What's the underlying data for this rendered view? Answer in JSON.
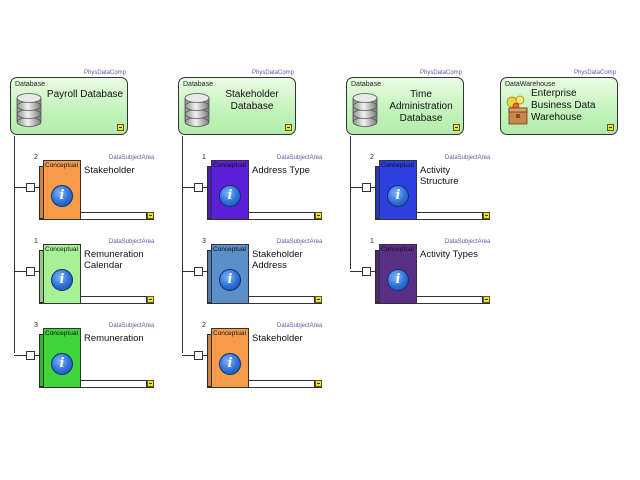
{
  "colors": {
    "db_fill": "#c6f3bd",
    "button_yellow": "#f3e600",
    "orange": "#f59b4a",
    "light_green": "#a8f096",
    "green": "#3fd43a",
    "purple": "#5a1fd6",
    "steel_blue": "#5b8fc8",
    "blue": "#2d3fe0",
    "dark_purple": "#5a2f86"
  },
  "databases": [
    {
      "stereotype": "PhysDataComp",
      "type": "Database",
      "title": "Payroll Database",
      "icon": "database-cylinder-icon"
    },
    {
      "stereotype": "PhysDataComp",
      "type": "Database",
      "title": "Stakeholder Database",
      "icon": "database-cylinder-icon"
    },
    {
      "stereotype": "PhysDataComp",
      "type": "Database",
      "title": "Time Administration Database",
      "icon": "database-cylinder-icon"
    },
    {
      "stereotype": "PhysDataComp",
      "type": "DataWarehouse",
      "title": "Enterprise Business Data Warehouse",
      "icon": "warehouse-box-icon"
    }
  ],
  "columns": [
    {
      "entities": [
        {
          "stereotype": "DataSubjectArea",
          "type": "Conceptual",
          "count": "2",
          "title": "Stakeholder",
          "color": "orange"
        },
        {
          "stereotype": "DataSubjectArea",
          "type": "Conceptual",
          "count": "1",
          "title": "Remuneration Calendar",
          "color": "light_green"
        },
        {
          "stereotype": "DataSubjectArea",
          "type": "Conceptual",
          "count": "3",
          "title": "Remuneration",
          "color": "green"
        }
      ]
    },
    {
      "entities": [
        {
          "stereotype": "DataSubjectArea",
          "type": "Conceptual",
          "count": "1",
          "title": "Address Type",
          "color": "purple"
        },
        {
          "stereotype": "DataSubjectArea",
          "type": "Conceptual",
          "count": "3",
          "title": "Stakeholder Address",
          "color": "steel_blue"
        },
        {
          "stereotype": "DataSubjectArea",
          "type": "Conceptual",
          "count": "2",
          "title": "Stakeholder",
          "color": "orange"
        }
      ]
    },
    {
      "entities": [
        {
          "stereotype": "DataSubjectArea",
          "type": "Conceptual",
          "count": "2",
          "title": "Activity Structure",
          "color": "blue"
        },
        {
          "stereotype": "DataSubjectArea",
          "type": "Conceptual",
          "count": "1",
          "title": "Activity Types",
          "color": "dark_purple"
        }
      ]
    }
  ]
}
